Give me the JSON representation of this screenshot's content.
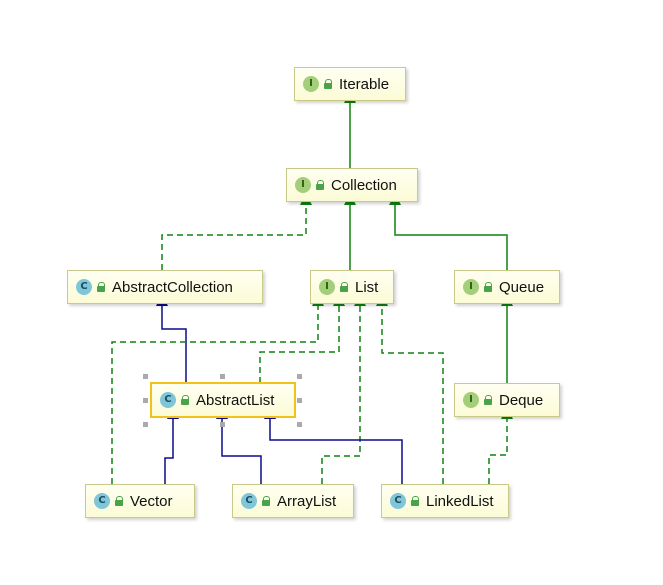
{
  "nodes": {
    "iterable": {
      "label": "Iterable",
      "badge": "I"
    },
    "collection": {
      "label": "Collection",
      "badge": "I"
    },
    "abstract_collection": {
      "label": "AbstractCollection",
      "badge": "C"
    },
    "list": {
      "label": "List",
      "badge": "I"
    },
    "queue": {
      "label": "Queue",
      "badge": "I"
    },
    "abstract_list": {
      "label": "AbstractList",
      "badge": "C"
    },
    "deque": {
      "label": "Deque",
      "badge": "I"
    },
    "vector": {
      "label": "Vector",
      "badge": "C"
    },
    "array_list": {
      "label": "ArrayList",
      "badge": "C"
    },
    "linked_list": {
      "label": "LinkedList",
      "badge": "C"
    }
  },
  "relations": [
    {
      "from": "Collection",
      "to": "Iterable",
      "kind": "extends"
    },
    {
      "from": "AbstractCollection",
      "to": "Collection",
      "kind": "implements"
    },
    {
      "from": "List",
      "to": "Collection",
      "kind": "extends"
    },
    {
      "from": "Queue",
      "to": "Collection",
      "kind": "extends"
    },
    {
      "from": "AbstractList",
      "to": "AbstractCollection",
      "kind": "extends-class"
    },
    {
      "from": "AbstractList",
      "to": "List",
      "kind": "implements"
    },
    {
      "from": "Deque",
      "to": "Queue",
      "kind": "extends"
    },
    {
      "from": "Vector",
      "to": "AbstractList",
      "kind": "extends-class"
    },
    {
      "from": "Vector",
      "to": "List",
      "kind": "implements"
    },
    {
      "from": "ArrayList",
      "to": "AbstractList",
      "kind": "extends-class"
    },
    {
      "from": "ArrayList",
      "to": "List",
      "kind": "implements"
    },
    {
      "from": "LinkedList",
      "to": "AbstractList",
      "kind": "extends-class"
    },
    {
      "from": "LinkedList",
      "to": "List",
      "kind": "implements"
    },
    {
      "from": "LinkedList",
      "to": "Deque",
      "kind": "implements"
    }
  ],
  "colors": {
    "interface_arrow": "#118211",
    "class_arrow": "#0b0b8a",
    "node_fill": "#fbfbd6",
    "node_border": "#c9c98a",
    "selected_border": "#f2c21a"
  }
}
